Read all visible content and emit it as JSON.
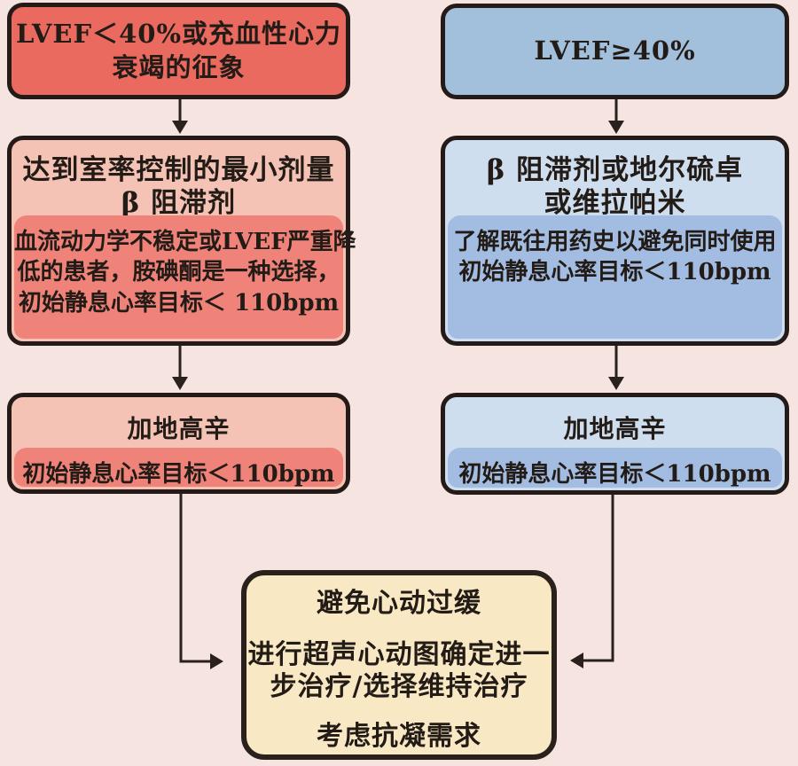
{
  "colors": {
    "page_bg": "#f6e4e0",
    "box_border": "#241b18",
    "red_strong": "#ea6a60",
    "pink_light": "#f4c3b6",
    "salmon_inner": "#ef837a",
    "blue_strong": "#a2bfdc",
    "blue_light": "#cfdeef",
    "blue_inner": "#a3bce2",
    "yellow_bg": "#f8e8c4",
    "yellow_border": "#2b211c",
    "text_dark": "#221b16",
    "arrow_color": "#2a211e"
  },
  "left_branch": {
    "condition": {
      "line1": "LVEF＜40%或充血性心力",
      "line2": "衰竭的征象"
    },
    "treatment": {
      "header_line1": "达到室率控制的最小剂量",
      "header_line2": "β 阻滞剂",
      "note_line1": "血流动力学不稳定或LVEF严重降",
      "note_line2": "低的患者，胺碘酮是一种选择，",
      "note_line3": "初始静息心率目标＜ 110bpm"
    },
    "escalation": {
      "header": "加地高辛",
      "note": "初始静息心率目标＜110bpm"
    }
  },
  "right_branch": {
    "condition": {
      "line1": "LVEF≥40%"
    },
    "treatment": {
      "header_line1": "β 阻滞剂或地尔硫卓",
      "header_line2": "或维拉帕米",
      "note_line1": "了解既往用药史以避免同时使用",
      "note_line2": "初始静息心率目标＜110bpm"
    },
    "escalation": {
      "header": "加地高辛",
      "note": "初始静息心率目标＜110bpm"
    }
  },
  "outcome": {
    "line1": "避免心动过缓",
    "line2": "进行超声心动图确定进一",
    "line3": "步治疗/选择维持治疗",
    "line4": "考虑抗凝需求"
  }
}
